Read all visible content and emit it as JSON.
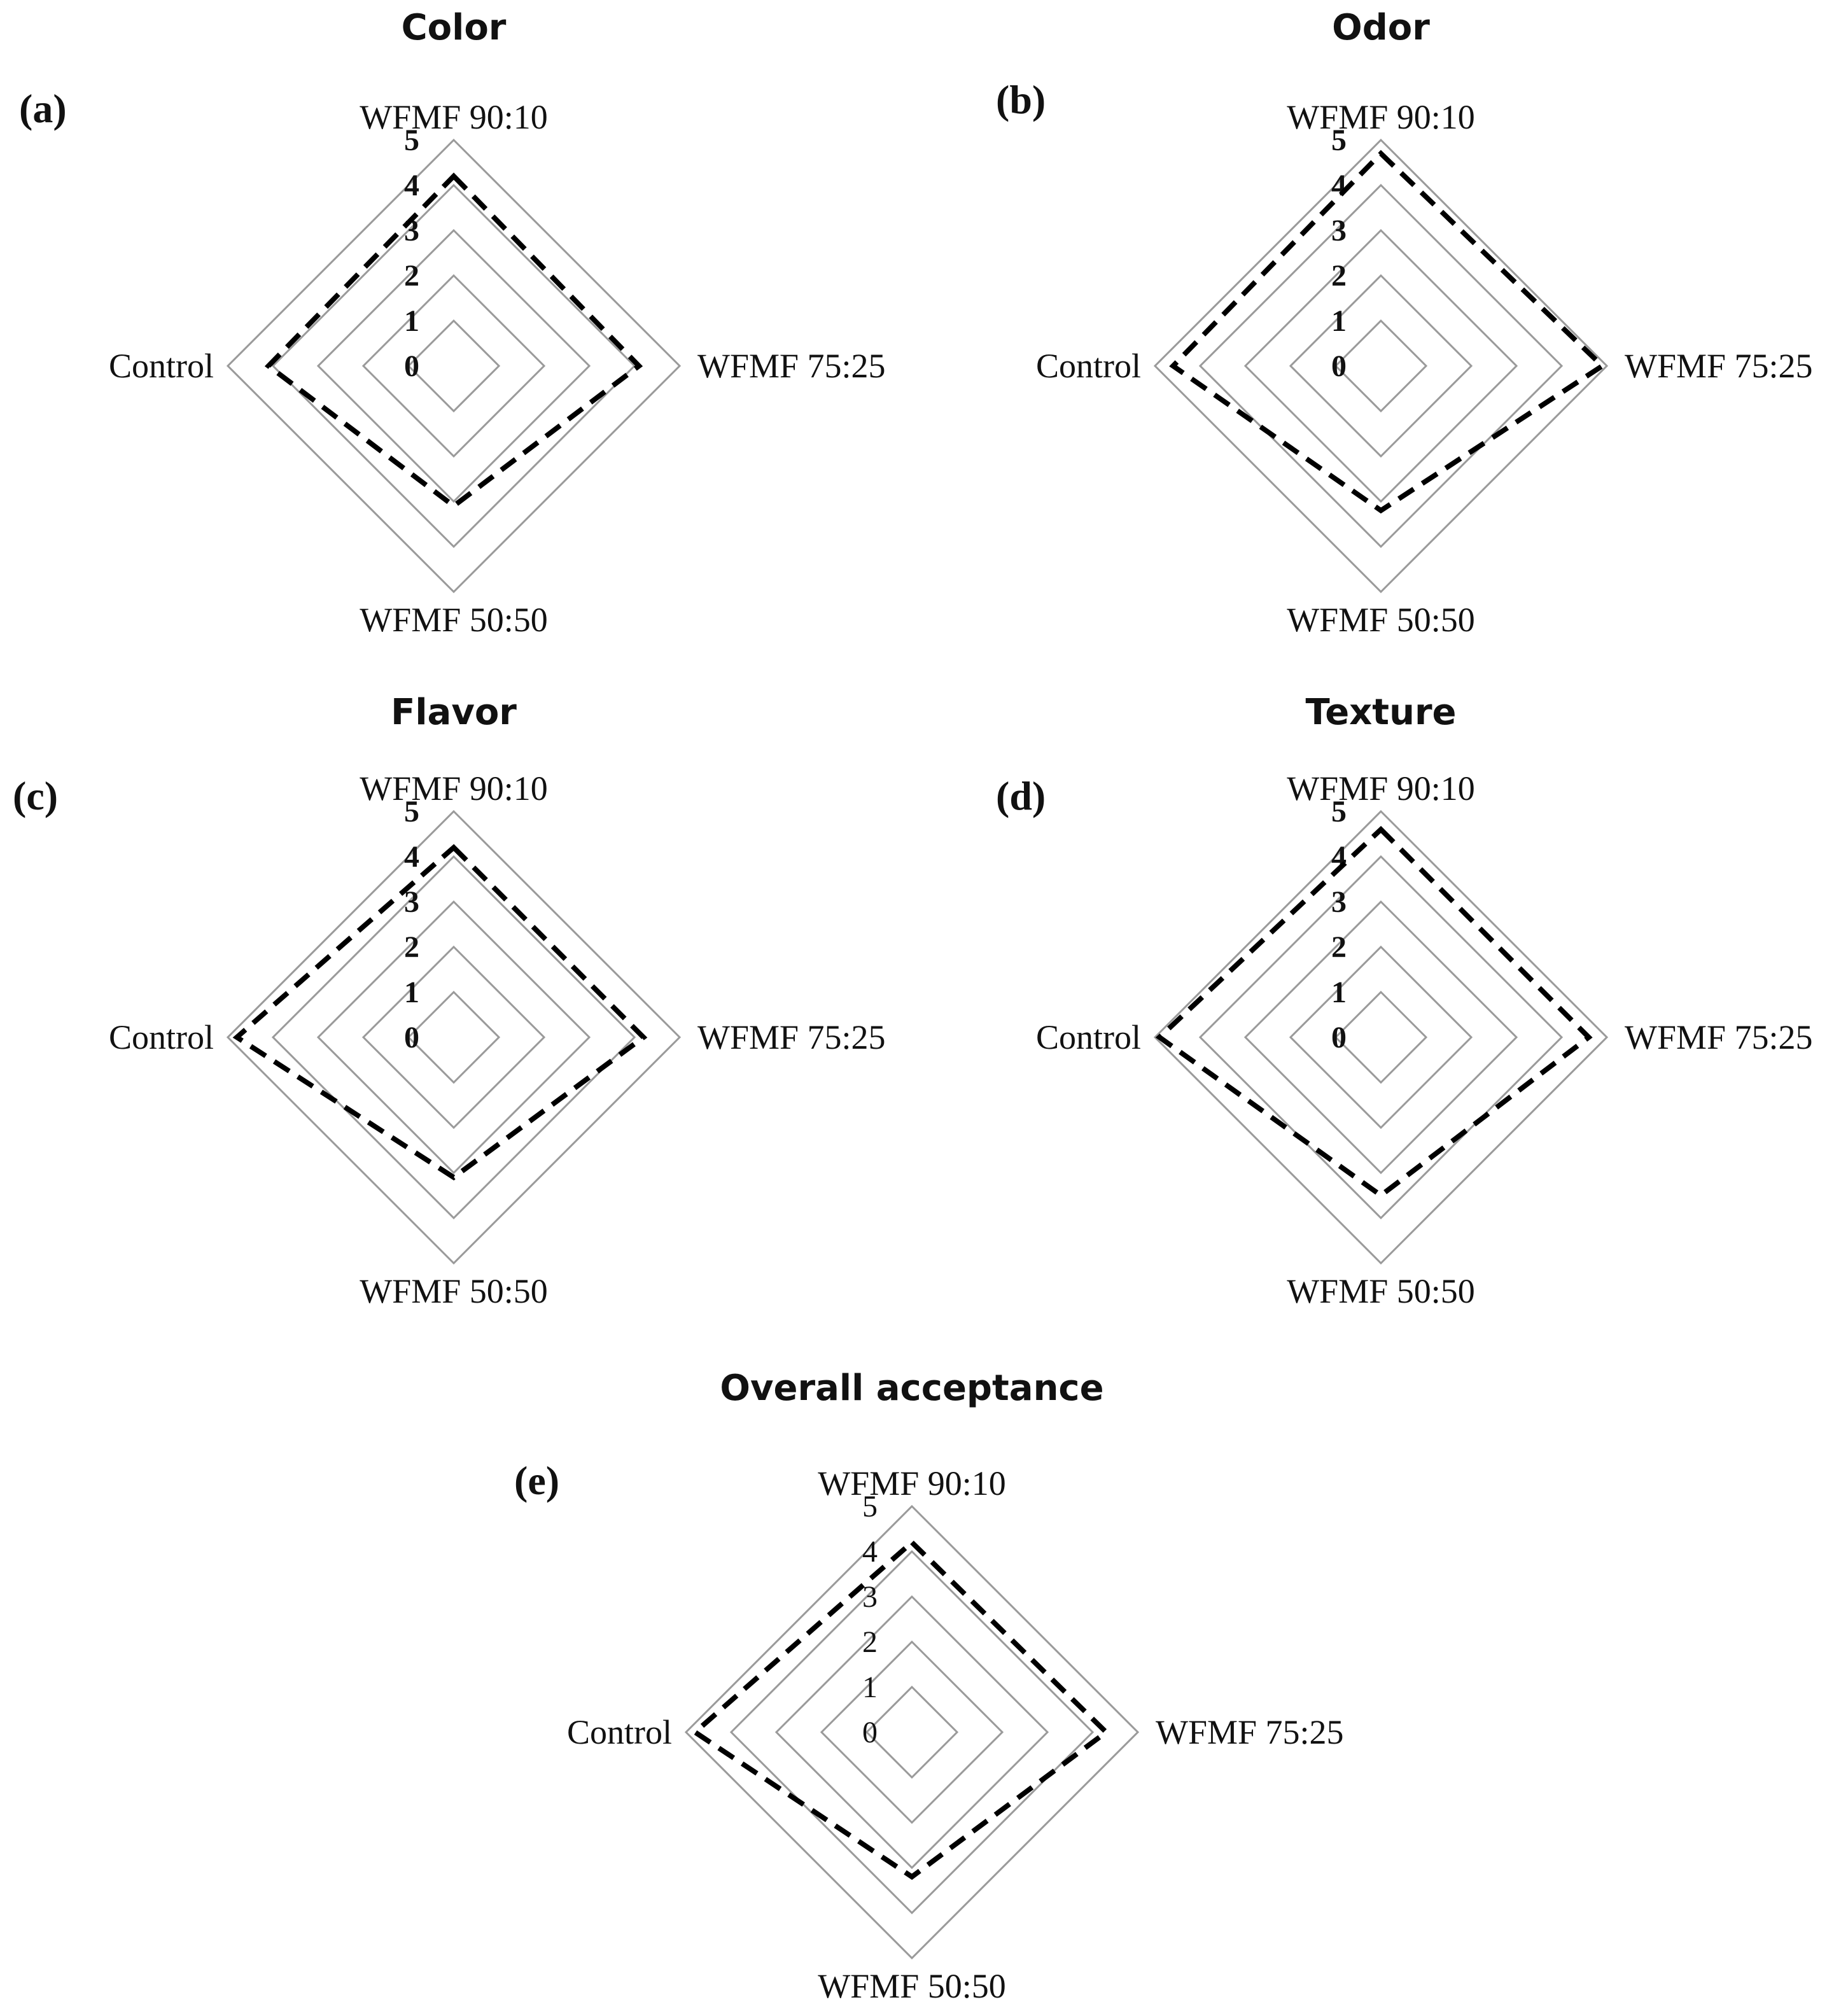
{
  "chart_data": [
    {
      "panel": "(a)",
      "title": "Color",
      "type": "radar",
      "axes": [
        "WFMF 90:10",
        "WFMF 75:25",
        "WFMF 50:50",
        "Control"
      ],
      "ticks": [
        "0",
        "1",
        "2",
        "3",
        "4",
        "5"
      ],
      "tick_style": "bold",
      "range": [
        0,
        5
      ],
      "series": [
        {
          "values": [
            4.2,
            4.1,
            3.1,
            4.1
          ],
          "line_style": "dashed"
        }
      ]
    },
    {
      "panel": "(b)",
      "title": "Odor",
      "type": "radar",
      "axes": [
        "WFMF 90:10",
        "WFMF 75:25",
        "WFMF 50:50",
        "Control"
      ],
      "ticks": [
        "0",
        "1",
        "2",
        "3",
        "4",
        "5"
      ],
      "tick_style": "bold",
      "range": [
        0,
        5
      ],
      "series": [
        {
          "values": [
            4.7,
            4.9,
            3.2,
            4.6
          ],
          "line_style": "dashed"
        }
      ]
    },
    {
      "panel": "(c)",
      "title": "Flavor",
      "type": "radar",
      "axes": [
        "WFMF 90:10",
        "WFMF 75:25",
        "WFMF 50:50",
        "Control"
      ],
      "ticks": [
        "0",
        "1",
        "2",
        "3",
        "4",
        "5"
      ],
      "tick_style": "bold",
      "range": [
        0,
        5
      ],
      "series": [
        {
          "values": [
            4.2,
            4.2,
            3.1,
            4.8
          ],
          "line_style": "dashed"
        }
      ]
    },
    {
      "panel": "(d)",
      "title": "Texture",
      "type": "radar",
      "axes": [
        "WFMF 90:10",
        "WFMF 75:25",
        "WFMF 50:50",
        "Control"
      ],
      "ticks": [
        "0",
        "1",
        "2",
        "3",
        "4",
        "5"
      ],
      "tick_style": "bold",
      "range": [
        0,
        5
      ],
      "series": [
        {
          "values": [
            4.6,
            4.6,
            3.5,
            4.9
          ],
          "line_style": "dashed"
        }
      ]
    },
    {
      "panel": "(e)",
      "title": "Overall acceptance",
      "type": "radar",
      "axes": [
        "WFMF 90:10",
        "WFMF 75:25",
        "WFMF 50:50",
        "Control"
      ],
      "ticks": [
        "0",
        "1",
        "2",
        "3",
        "4",
        "5"
      ],
      "tick_style": "normal",
      "range": [
        0,
        5
      ],
      "series": [
        {
          "values": [
            4.2,
            4.3,
            3.2,
            4.8
          ],
          "line_style": "dashed"
        }
      ]
    }
  ]
}
